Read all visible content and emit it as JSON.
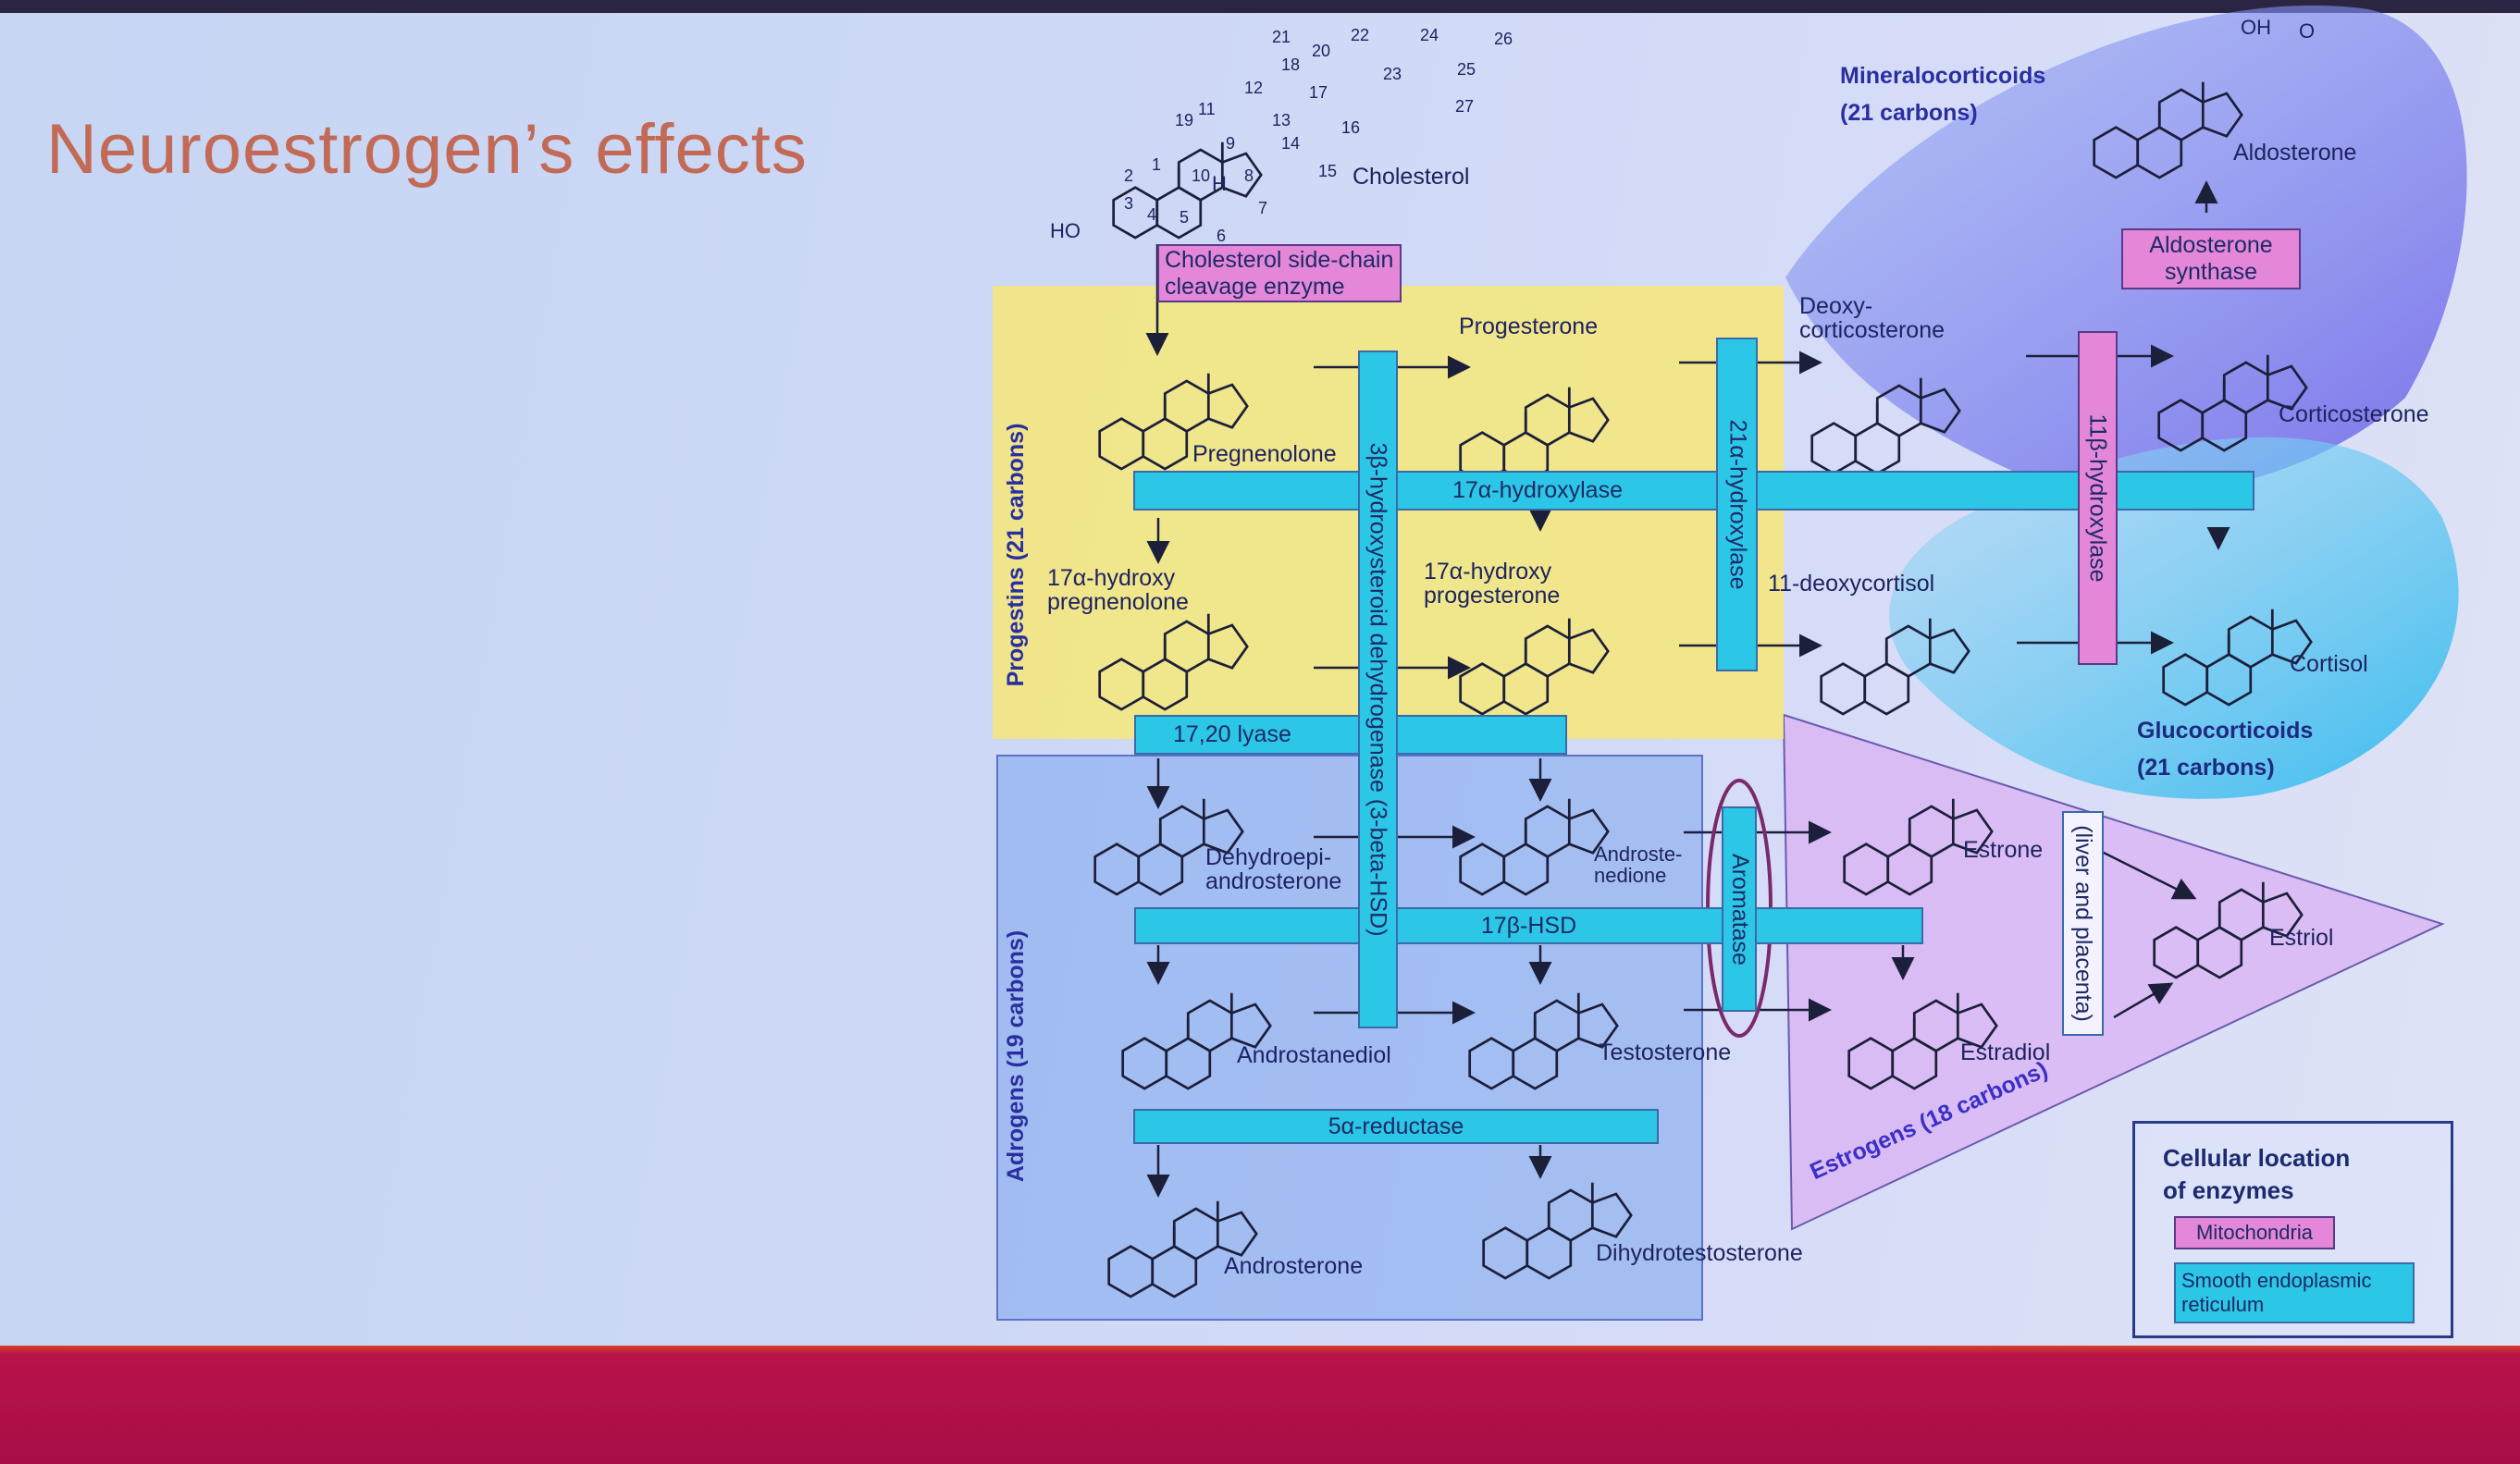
{
  "slide": {
    "title": "Neuroestrogen’s effects"
  },
  "groups": {
    "progestins": "Progestins (21 carbons)",
    "androgens": "Adrogens (19 carbons)",
    "estrogens": "Estrogens (18 carbons)",
    "mineralocorticoids": [
      "Mineralocorticoids",
      "(21 carbons)"
    ],
    "glucocorticoids": [
      "Glucocorticoids",
      "(21 carbons)"
    ]
  },
  "enzymes": {
    "scc": [
      "Cholesterol side-chain",
      "cleavage enzyme"
    ],
    "hydroxylase17a": "17α-hydroxylase",
    "lyase1720": "17,20 lyase",
    "hsd17b": "17β-HSD",
    "reductase5a": "5α-reductase",
    "hsd3b": "3β-hydroxysteroid dehydrogenase (3-beta-HSD)",
    "hydroxylase21a": "21α-hydroxylase",
    "hydroxylase11b": "11β-hydroxylase",
    "aromatase": "Aromatase",
    "liver_placenta": "(liver and placenta)",
    "aldo_synthase": [
      "Aldosterone",
      "synthase"
    ]
  },
  "compounds": {
    "cholesterol": "Cholesterol",
    "pregnenolone": "Pregnenolone",
    "progesterone": "Progesterone",
    "deoxycorticosterone": [
      "Deoxy-",
      "corticosterone"
    ],
    "corticosterone": "Corticosterone",
    "aldosterone": "Aldosterone",
    "oh_pregnenolone": [
      "17α-hydroxy",
      "pregnenolone"
    ],
    "oh_progesterone": [
      "17α-hydroxy",
      "progesterone"
    ],
    "deoxycortisol": "11-deoxycortisol",
    "cortisol": "Cortisol",
    "dhea": [
      "Dehydroepi-",
      "androsterone"
    ],
    "androstenedione": [
      "Androste-",
      "nedione"
    ],
    "estrone": "Estrone",
    "estriol": "Estriol",
    "androstanediol": "Androstanediol",
    "testosterone": "Testosterone",
    "estradiol": "Estradiol",
    "androsterone": "Androsterone",
    "dht": "Dihydrotestosterone"
  },
  "atoms": {
    "ho": "HO",
    "oh": "OH",
    "o": "O",
    "h": "H"
  },
  "cholesterol_numbers": [
    "1",
    "2",
    "3",
    "4",
    "5",
    "6",
    "7",
    "8",
    "9",
    "10",
    "11",
    "12",
    "13",
    "14",
    "15",
    "16",
    "17",
    "18",
    "19",
    "20",
    "21",
    "22",
    "23",
    "24",
    "25",
    "26",
    "27"
  ],
  "legend": {
    "title": [
      "Cellular location",
      "of enzymes"
    ],
    "mitochondria": "Mitochondria",
    "ser": [
      "Smooth endoplasmic",
      "reticulum"
    ]
  },
  "colors": {
    "ser": "#2cc6e6",
    "mitochondria": "#e487d8",
    "slide_band": "#a80d48"
  }
}
